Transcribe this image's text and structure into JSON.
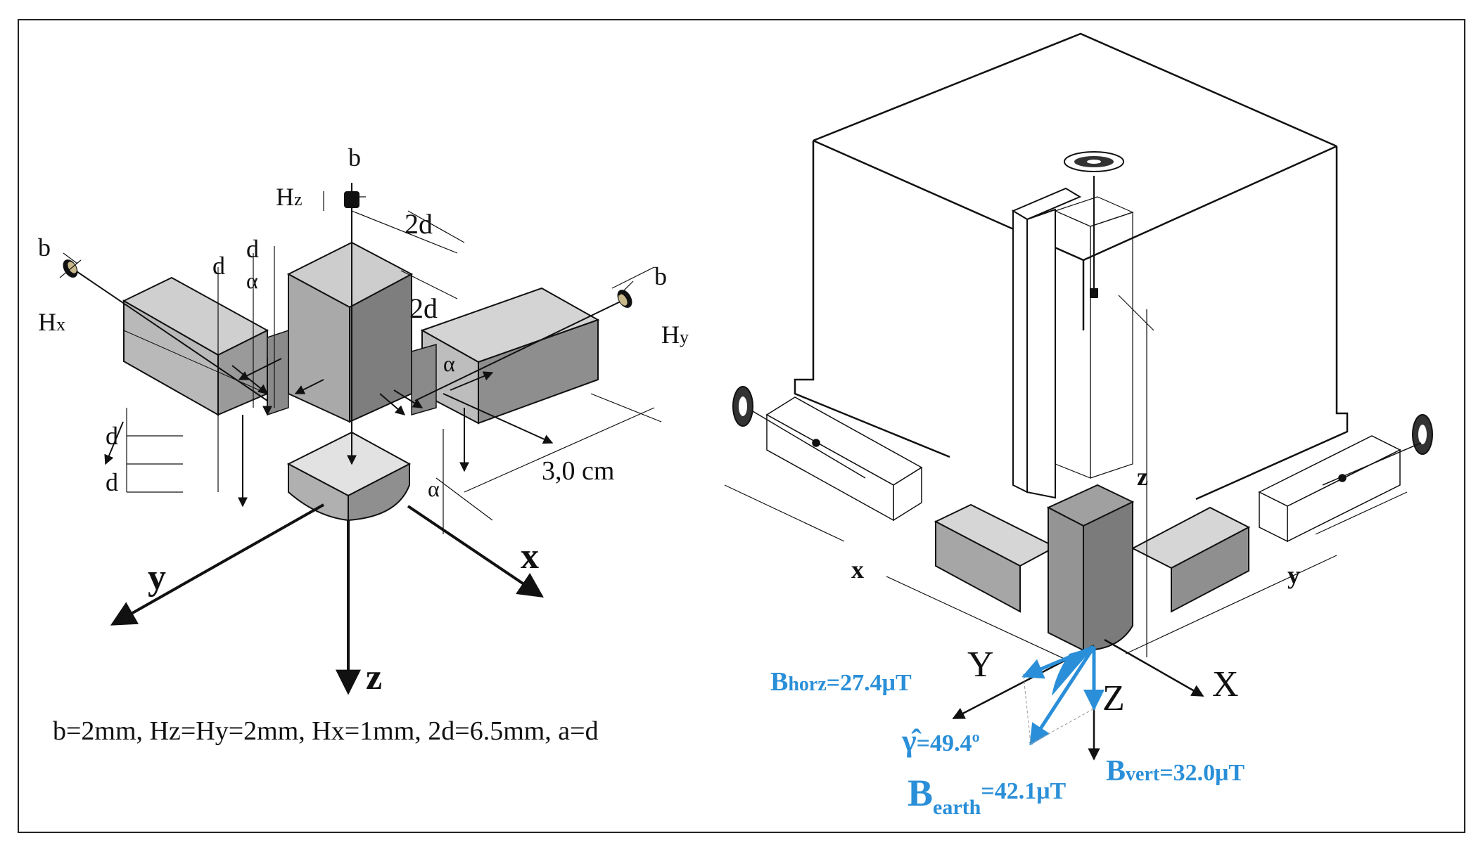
{
  "left": {
    "b_labels": [
      "b",
      "b",
      "b"
    ],
    "Hz_label": {
      "main": "H",
      "sub": "z"
    },
    "Hx_label": {
      "main": "H",
      "sub": "x"
    },
    "Hy_label": {
      "main": "H",
      "sub": "y"
    },
    "dim_2d_top": "2d",
    "dim_2d_side": "2d",
    "d_labels": [
      "d",
      "d",
      "d",
      "d"
    ],
    "alpha_labels": [
      "α",
      "α",
      "α"
    ],
    "dim_length": "3,0 cm",
    "axis_x": "x",
    "axis_y": "y",
    "axis_z": "z",
    "caption": "b=2mm, Hz=Hy=2mm, Hx=1mm, 2d=6.5mm, a=d"
  },
  "right": {
    "axis_x_small": "x",
    "axis_y_small": "y",
    "axis_z_small": "z",
    "axis_X": "X",
    "axis_Y": "Y",
    "axis_Z": "Z",
    "bhorz": {
      "main": "B",
      "sub": "horz",
      "value": "=27.4μT"
    },
    "gamma": {
      "symbol": "γ̂",
      "value": "=49.4º"
    },
    "bearth": {
      "main": "B",
      "sub": "earth",
      "value": "=42.1μT"
    },
    "bvert": {
      "main": "B",
      "sub": "vert",
      "value": "=32.0μT"
    }
  },
  "colors": {
    "field_vector": "#2a8fd8",
    "line": "#111111",
    "shade_dark": "#8a8a8a",
    "shade_mid": "#b5b5b5",
    "shade_light": "#d9d9d9"
  }
}
